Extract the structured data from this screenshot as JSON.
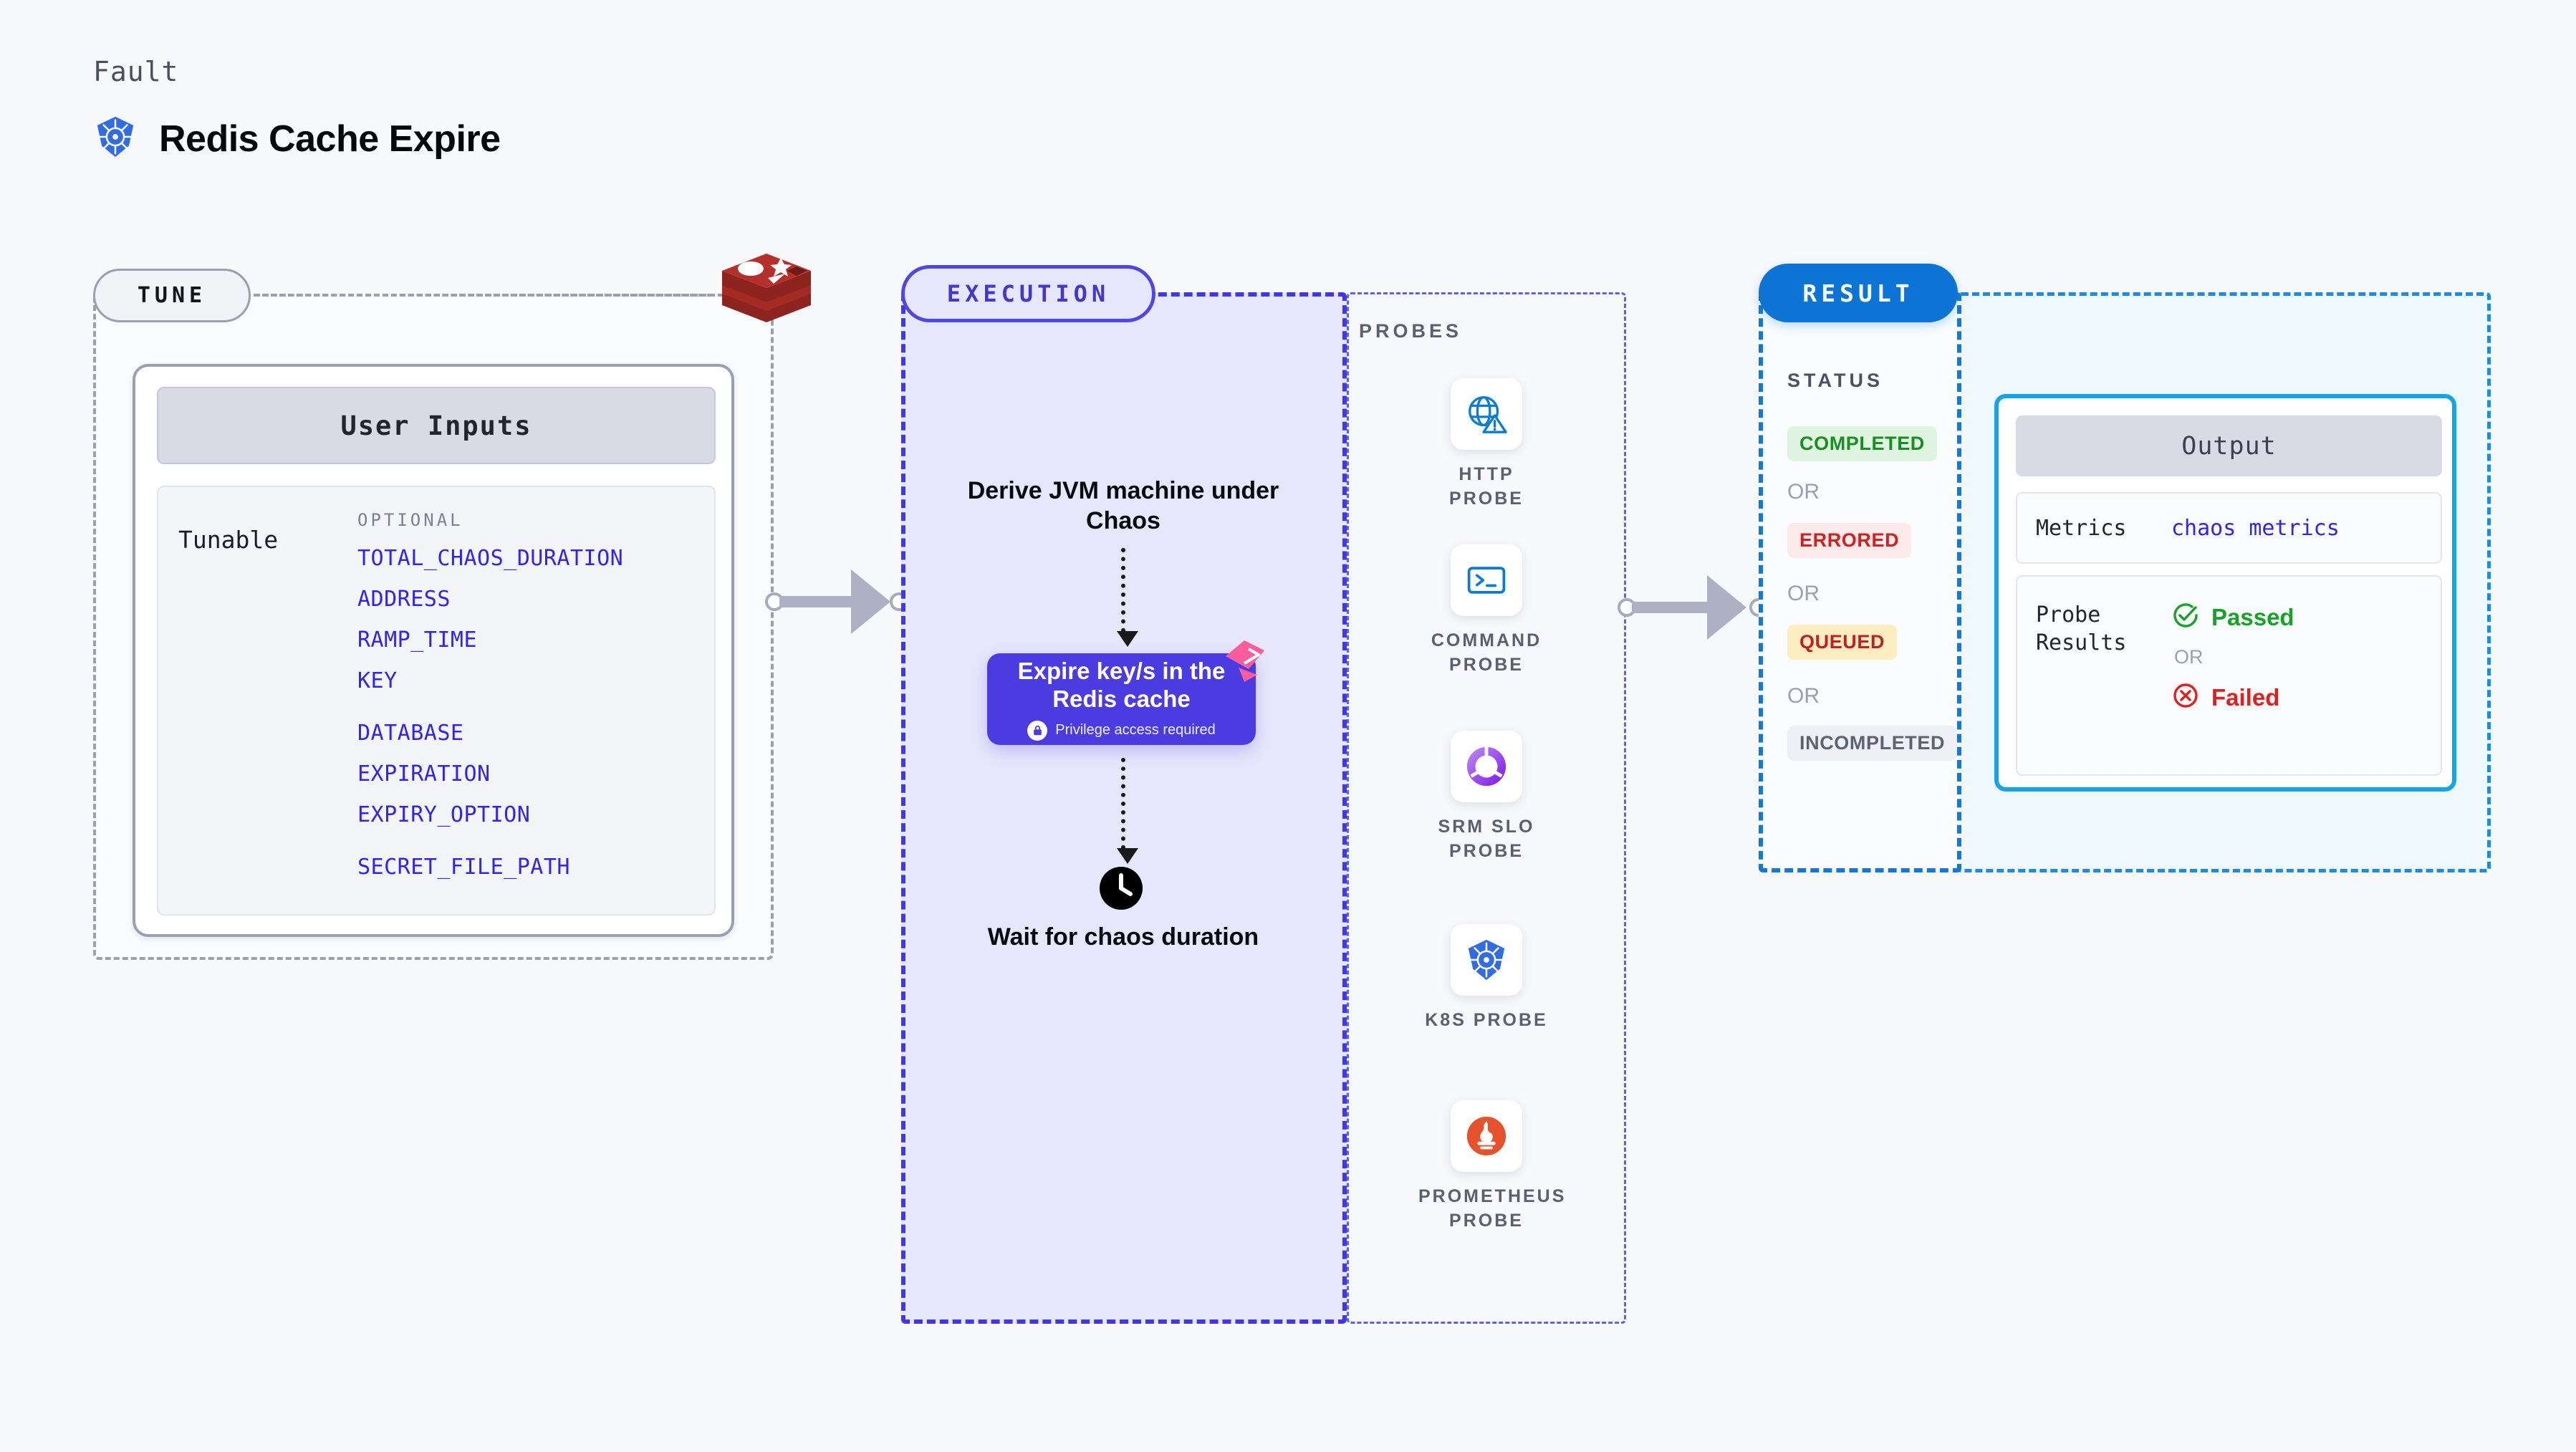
{
  "header": {
    "eyebrow": "Fault",
    "title": "Redis Cache Expire",
    "logo_icon": "kubernetes-icon"
  },
  "tune": {
    "badge": "TUNE",
    "service_icon": "redis-logo",
    "card_title": "User Inputs",
    "group_label": "Tunable",
    "optional_label": "OPTIONAL",
    "params": [
      "TOTAL_CHAOS_DURATION",
      "ADDRESS",
      "RAMP_TIME",
      "KEY",
      "DATABASE",
      "EXPIRATION",
      "EXPIRY_OPTION",
      "SECRET_FILE_PATH"
    ]
  },
  "execution": {
    "badge": "EXECUTION",
    "step_derive": "Derive JVM machine under Chaos",
    "chaos_card": {
      "title": "Expire key/s in the Redis cache",
      "privilege_note": "Privilege access required",
      "lock_icon": "lock-icon",
      "flag_icon": "pink-flag-icon"
    },
    "step_wait": "Wait for chaos duration",
    "clock_icon": "clock-icon"
  },
  "probes": {
    "title": "PROBES",
    "items": [
      {
        "label": "HTTP PROBE",
        "icon": "globe-warning-icon"
      },
      {
        "label": "COMMAND PROBE",
        "icon": "terminal-icon"
      },
      {
        "label": "SRM SLO PROBE",
        "icon": "donut-check-icon"
      },
      {
        "label": "K8S PROBE",
        "icon": "kubernetes-icon"
      },
      {
        "label": "PROMETHEUS PROBE",
        "icon": "prometheus-icon"
      }
    ]
  },
  "result": {
    "badge": "RESULT",
    "status_title": "STATUS",
    "or_label": "OR",
    "statuses": [
      {
        "label": "COMPLETED",
        "bg": "#dff5e1",
        "fg": "#17901f"
      },
      {
        "label": "ERRORED",
        "bg": "#fdeaea",
        "fg": "#d12020"
      },
      {
        "label": "QUEUED",
        "bg": "#fdeec2",
        "fg": "#c22020"
      },
      {
        "label": "INCOMPLETED",
        "bg": "#eef0f5",
        "fg": "#5c6373"
      }
    ],
    "output": {
      "title": "Output",
      "metrics_key": "Metrics",
      "metrics_value": "chaos metrics",
      "probe_results_key": "Probe Results",
      "passed_label": "Passed",
      "failed_label": "Failed",
      "or_label": "OR",
      "passed_icon": "check-circle-icon",
      "failed_icon": "x-circle-icon"
    }
  },
  "colors": {
    "accent_purple": "#4a3ce0",
    "accent_blue": "#0b74d4",
    "param_blue": "#3124ef",
    "redis_red": "#b5302a",
    "k8s_blue": "#326ce5"
  }
}
